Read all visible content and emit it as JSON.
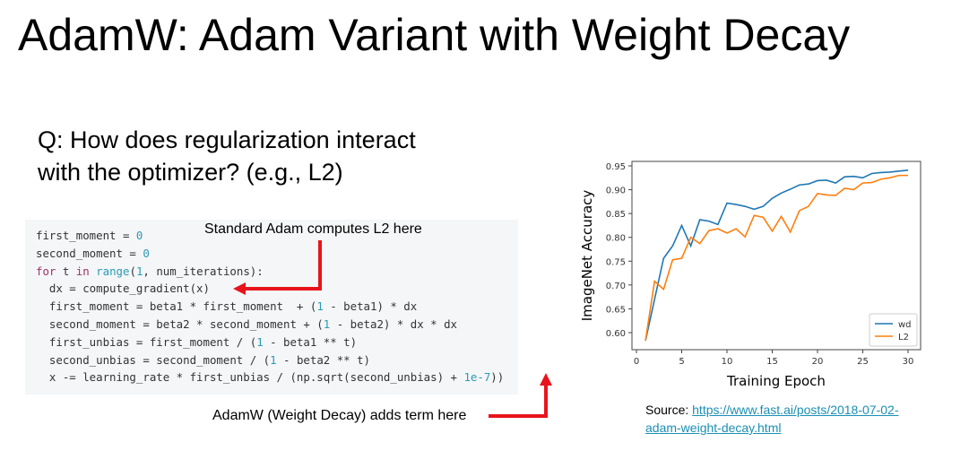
{
  "title": "AdamW: Adam Variant with Weight Decay",
  "question": {
    "line1": "Q: How does regularization interact",
    "line2": "with the optimizer? (e.g., L2)"
  },
  "code": [
    "first_moment = 0",
    "second_moment = 0",
    "for t in range(1, num_iterations):",
    "  dx = compute_gradient(x)",
    "  first_moment = beta1 * first_moment  + (1 - beta1) * dx",
    "  second_moment = beta2 * second_moment + (1 - beta2) * dx * dx",
    "  first_unbias = first_moment / (1 - beta1 ** t)",
    "  second_unbias = second_moment / (1 - beta2 ** t)",
    "  x -= learning_rate * first_unbias / (np.sqrt(second_unbias) + 1e-7))"
  ],
  "annotations": {
    "top": "Standard Adam computes L2 here",
    "bottom": "AdamW (Weight Decay) adds term here"
  },
  "source": {
    "label": "Source: ",
    "link_line1": "https://www.fast.ai/posts/2018-07-02-",
    "link_line2": "adam-weight-decay.html"
  },
  "chart_data": {
    "type": "line",
    "xlabel": "Training Epoch",
    "ylabel": "ImageNet Accuracy",
    "xlim": [
      0,
      30
    ],
    "ylim": [
      0.58,
      0.955
    ],
    "xticks": [
      0,
      5,
      10,
      15,
      20,
      25,
      30
    ],
    "yticks": [
      "0.60",
      "0.65",
      "0.70",
      "0.75",
      "0.80",
      "0.85",
      "0.90",
      "0.95"
    ],
    "legend_position": "bottom-right",
    "x": [
      1,
      2,
      3,
      4,
      5,
      6,
      7,
      8,
      9,
      10,
      11,
      12,
      13,
      14,
      15,
      16,
      17,
      18,
      19,
      20,
      21,
      22,
      23,
      24,
      25,
      26,
      27,
      28,
      29,
      30
    ],
    "series": [
      {
        "name": "wd",
        "color": "#1f77b4",
        "values": [
          0.583,
          0.67,
          0.756,
          0.782,
          0.825,
          0.782,
          0.837,
          0.834,
          0.827,
          0.872,
          0.869,
          0.865,
          0.859,
          0.865,
          0.882,
          0.893,
          0.901,
          0.91,
          0.912,
          0.919,
          0.92,
          0.914,
          0.927,
          0.928,
          0.925,
          0.934,
          0.936,
          0.937,
          0.939,
          0.941
        ]
      },
      {
        "name": "L2",
        "color": "#ff7f0e",
        "values": [
          0.583,
          0.708,
          0.691,
          0.753,
          0.756,
          0.8,
          0.787,
          0.814,
          0.818,
          0.809,
          0.818,
          0.801,
          0.846,
          0.842,
          0.813,
          0.844,
          0.811,
          0.856,
          0.865,
          0.892,
          0.889,
          0.888,
          0.903,
          0.9,
          0.914,
          0.915,
          0.922,
          0.925,
          0.93,
          0.93
        ]
      }
    ]
  }
}
